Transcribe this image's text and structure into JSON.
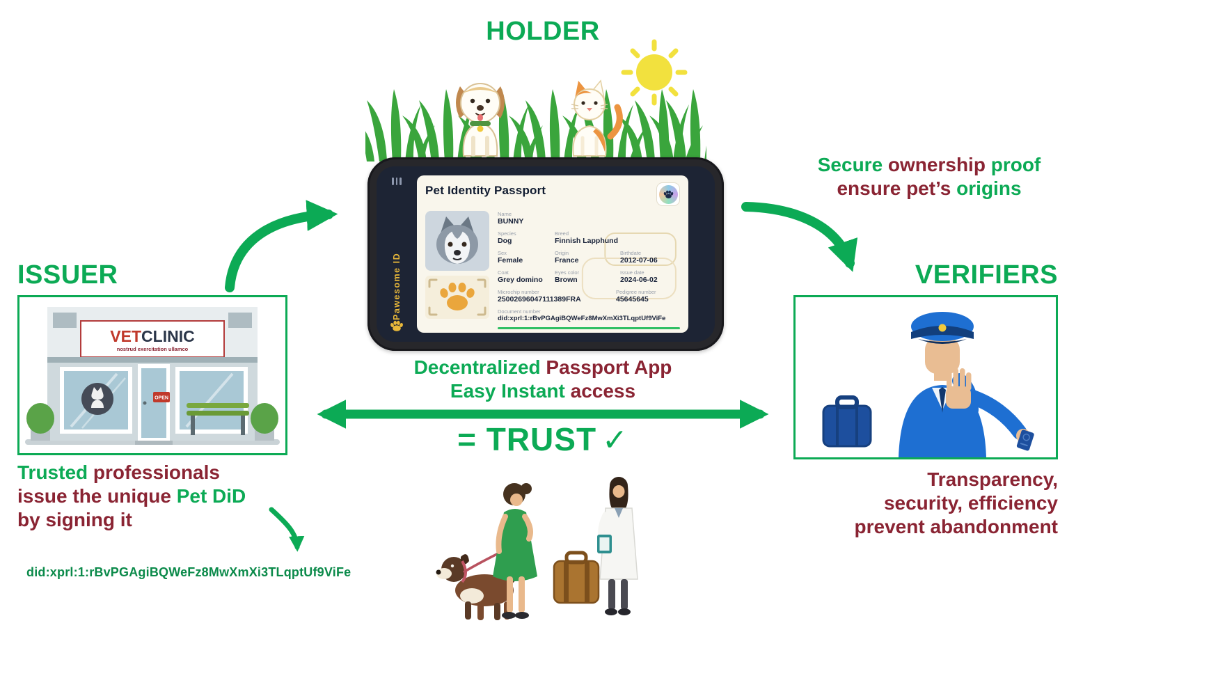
{
  "colors": {
    "green": "#0caa55",
    "maroon": "#8a2433",
    "did_green": "#0b8a4a"
  },
  "titles": {
    "holder": "HOLDER",
    "issuer": "ISSUER",
    "verifiers": "VERIFIERS"
  },
  "notes": {
    "top_right_line1": [
      {
        "t": "Secure ",
        "c": "green"
      },
      {
        "t": "ownership ",
        "c": "maroon"
      },
      {
        "t": "proof",
        "c": "green"
      }
    ],
    "top_right_line2": [
      {
        "t": "ensure pet’s ",
        "c": "maroon"
      },
      {
        "t": "origins",
        "c": "green"
      }
    ],
    "center_line1": [
      {
        "t": "Decentralized ",
        "c": "green"
      },
      {
        "t": "Passport App",
        "c": "maroon"
      }
    ],
    "center_line2": [
      {
        "t": "Easy Instant ",
        "c": "green"
      },
      {
        "t": "access",
        "c": "maroon"
      }
    ],
    "issuer_line1": [
      {
        "t": "Trusted ",
        "c": "green"
      },
      {
        "t": "professionals",
        "c": "maroon"
      }
    ],
    "issuer_line2": [
      {
        "t": "issue the unique ",
        "c": "maroon"
      },
      {
        "t": "Pet DiD",
        "c": "green"
      }
    ],
    "issuer_line3": [
      {
        "t": "by signing it",
        "c": "maroon"
      }
    ],
    "verifier_line1": [
      {
        "t": "Transparency,",
        "c": "maroon"
      }
    ],
    "verifier_line2": [
      {
        "t": "security, efficiency",
        "c": "maroon"
      }
    ],
    "verifier_line3": [
      {
        "t": "prevent abandonment",
        "c": "maroon"
      }
    ]
  },
  "trust": {
    "text": "= TRUST",
    "check": "✓"
  },
  "issuer_did": "did:xprl:1:rBvPGAgiBQWeFz8MwXmXi3TLqptUf9ViFe",
  "clinic": {
    "name_prefix": "VET",
    "name_suffix": "CLINIC",
    "subtitle": "nostrud exercitation ullamco",
    "open_sign": "OPEN"
  },
  "phone": {
    "brand": "Pawesome ID",
    "card_title": "Pet Identity Passport",
    "fields": {
      "name": {
        "label": "Name",
        "value": "BUNNY"
      },
      "species": {
        "label": "Species",
        "value": "Dog"
      },
      "breed": {
        "label": "Breed",
        "value": "Finnish Lapphund"
      },
      "sex": {
        "label": "Sex",
        "value": "Female"
      },
      "origin": {
        "label": "Origin",
        "value": "France"
      },
      "birthdate": {
        "label": "Birthdate",
        "value": "2012-07-06"
      },
      "coat": {
        "label": "Coat",
        "value": "Grey domino"
      },
      "eyes": {
        "label": "Eyes color",
        "value": "Brown"
      },
      "issue": {
        "label": "Issue date",
        "value": "2024-06-02"
      },
      "microchip": {
        "label": "Microchip number",
        "value": "25002696047111389FRA"
      },
      "pedigree": {
        "label": "Pedigree number",
        "value": "45645645"
      },
      "document": {
        "label": "Document number",
        "value": "did:xprl:1:rBvPGAgiBQWeFz8MwXmXi3TLqptUf9ViFe"
      }
    }
  }
}
